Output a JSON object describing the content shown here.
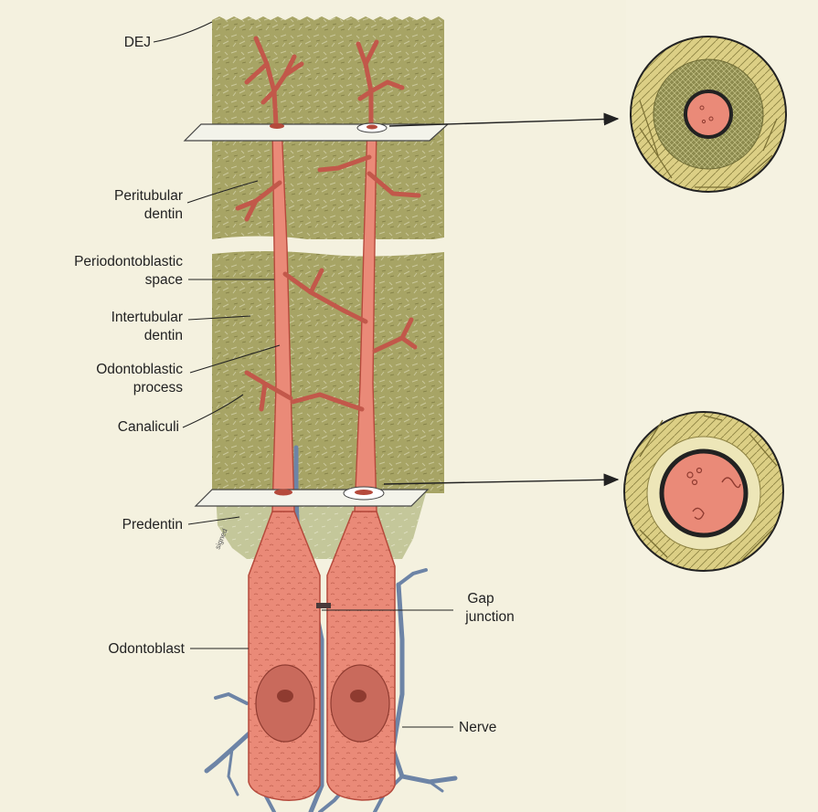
{
  "labels": {
    "dej": "DEJ",
    "peritubular_dentin": [
      "Peritubular",
      "dentin"
    ],
    "periodontoblastic_space": [
      "Periodontoblastic",
      "space"
    ],
    "intertubular_dentin": [
      "Intertubular",
      "dentin"
    ],
    "odontoblastic_process": [
      "Odontoblastic",
      "process"
    ],
    "canaliculi": "Canaliculi",
    "predentin": "Predentin",
    "odontoblast": "Odontoblast",
    "gap_junction": [
      "Gap",
      "junction"
    ],
    "nerve": "Nerve"
  },
  "cross_sections": [
    {
      "name": "upper-cross-section",
      "level": "dentin"
    },
    {
      "name": "lower-cross-section",
      "level": "predentin"
    }
  ],
  "colors": {
    "background": "#f4f1df",
    "dentin": "#a7a465",
    "predentin": "#c4c79a",
    "cell": "#ea8a78",
    "cell_stroke": "#b54a3c",
    "nerve": "#6d84a6",
    "cross_section_ring": "#d8cf86"
  }
}
